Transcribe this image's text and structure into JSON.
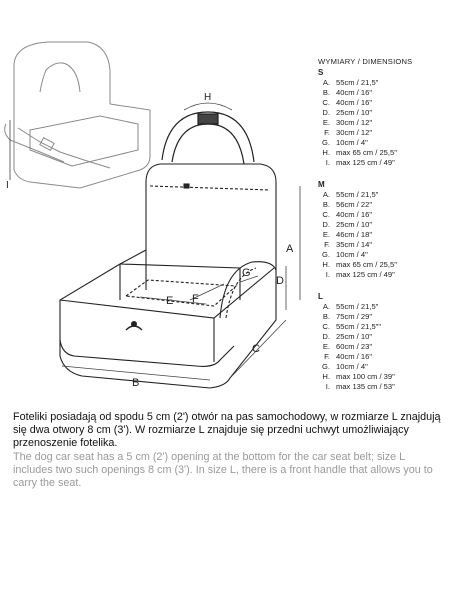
{
  "diagram_labels": {
    "H": "H",
    "I": "I",
    "A": "A",
    "B": "B",
    "C": "C",
    "D": "D",
    "E": "E",
    "F": "F",
    "G": "G"
  },
  "dimensions": {
    "title": "WYMIARY / DIMENSIONS",
    "sizes": [
      {
        "label": "S",
        "rows": [
          {
            "letter": "A.",
            "value": "55cm / 21,5\""
          },
          {
            "letter": "B.",
            "value": "40cm / 16\""
          },
          {
            "letter": "C.",
            "value": "40cm / 16\""
          },
          {
            "letter": "D.",
            "value": "25cm / 10\""
          },
          {
            "letter": "E.",
            "value": "30cm / 12\""
          },
          {
            "letter": "F.",
            "value": "30cm / 12\""
          },
          {
            "letter": "G.",
            "value": "10cm / 4\""
          },
          {
            "letter": "H.",
            "value": "max 65 cm / 25,5\""
          },
          {
            "letter": "I.",
            "value": "max 125 cm / 49\""
          }
        ]
      },
      {
        "label": "M",
        "rows": [
          {
            "letter": "A.",
            "value": "55cm / 21,5\""
          },
          {
            "letter": "B.",
            "value": "56cm / 22\""
          },
          {
            "letter": "C.",
            "value": "40cm / 16\""
          },
          {
            "letter": "D.",
            "value": "25cm / 10\""
          },
          {
            "letter": "E.",
            "value": "46cm / 18\""
          },
          {
            "letter": "F.",
            "value": "35cm / 14\""
          },
          {
            "letter": "G.",
            "value": "10cm / 4\""
          },
          {
            "letter": "H.",
            "value": "max 65 cm / 25,5\""
          },
          {
            "letter": "I.",
            "value": "max 125 cm / 49\""
          }
        ]
      },
      {
        "label": "L",
        "rows": [
          {
            "letter": "A.",
            "value": "55cm / 21,5\""
          },
          {
            "letter": "B.",
            "value": "75cm / 29\""
          },
          {
            "letter": "C.",
            "value": "55cm / 21,5\"\""
          },
          {
            "letter": "D.",
            "value": "25cm / 10\""
          },
          {
            "letter": "E.",
            "value": "60cm / 23\""
          },
          {
            "letter": "F.",
            "value": "40cm / 16\""
          },
          {
            "letter": "G.",
            "value": "10cm / 4\""
          },
          {
            "letter": "H.",
            "value": "max 100 cm / 39\""
          },
          {
            "letter": "I.",
            "value": "max 135 cm / 53\""
          }
        ]
      }
    ]
  },
  "description": {
    "polish": "Foteliki posiadają od spodu 5 cm (2') otwór na pas samochodowy, w rozmiarze L znajdują się dwa otwory 8 cm (3'). W rozmiarze L znajduje się przedni uchwyt umożliwiający przenoszenie fotelika.",
    "english": "The dog car seat has a 5 cm (2') opening at the bottom for the car seat belt; size L includes two such openings 8 cm (3'). In size L, there is a front handle that allows you to carry the seat."
  },
  "colors": {
    "outline": "#222222",
    "sketch": "#8a8a8a",
    "english_text": "#9a9a9a"
  }
}
